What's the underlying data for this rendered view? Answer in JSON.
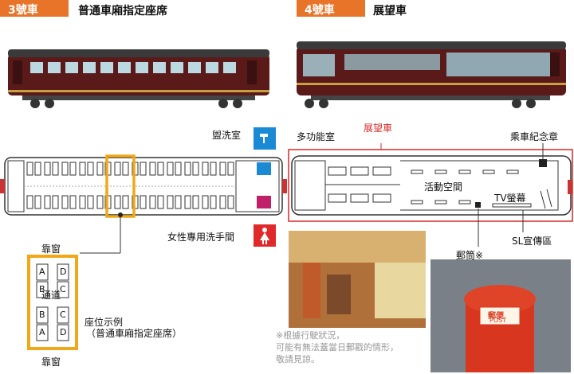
{
  "car3": {
    "number_tag": "3號車",
    "title": "普通車廂指定座席",
    "seat_example": {
      "seats": [
        [
          "A",
          "D"
        ],
        [
          "B",
          "C"
        ],
        [
          "B",
          "C"
        ],
        [
          "A",
          "D"
        ]
      ],
      "aisle_label": "通道",
      "window_label_top": "靠窗",
      "window_label_bottom": "靠窗",
      "caption_line1": "座位示例",
      "caption_line2": "（普通車廂指定座席）"
    },
    "washroom_label": "盥洗室",
    "womens_toilet_label": "女性專用洗手間"
  },
  "car4": {
    "number_tag": "4號車",
    "title": "展望車",
    "observation_label": "展望車",
    "multipurpose_room_label": "多功能室",
    "stamp_label": "乘車紀念章",
    "activity_space_label": "活動空間",
    "tv_label": "TV螢幕",
    "sl_label": "SL宣傳區",
    "mailbox_label": "郵筒※",
    "note_lines": [
      "※根據行駛狀況，",
      "可能有無法蓋當日郵戳的情形，",
      "敬請見諒。"
    ],
    "mailbox_sign": "郵便",
    "mailbox_sub": "POST"
  },
  "colors": {
    "tag_orange": "#e8742a",
    "highlight_orange": "#f0a818",
    "observation_red": "#d42a2a",
    "train_maroon": "#5a1a1a",
    "washroom_blue": "#1a8ad4",
    "womens_red": "#e02a2a"
  }
}
